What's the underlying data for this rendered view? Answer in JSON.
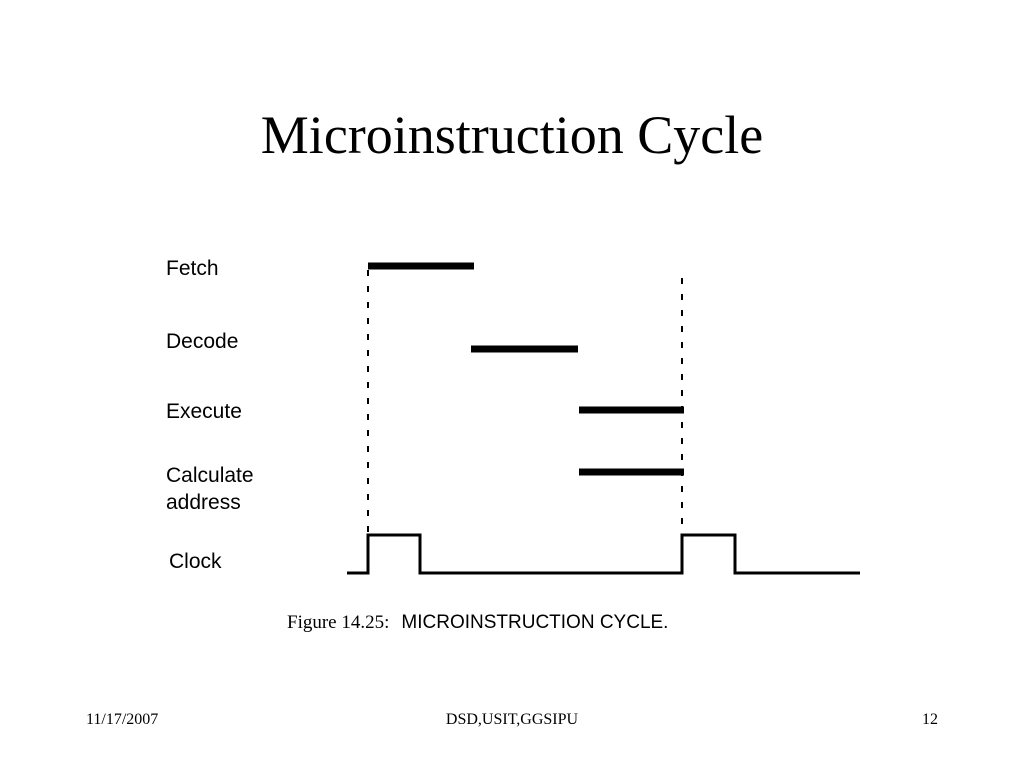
{
  "slide": {
    "title": "Microinstruction Cycle"
  },
  "diagram": {
    "rows": {
      "fetch": "Fetch",
      "decode": "Decode",
      "execute": "Execute",
      "calculate_line1": "Calculate",
      "calculate_line2": "address",
      "clock": "Clock"
    },
    "caption": {
      "prefix": "Figure 14.25:",
      "title": "MICROINSTRUCTION CYCLE."
    }
  },
  "footer": {
    "date": "11/17/2007",
    "center": "DSD,USIT,GGSIPU",
    "page": "12"
  },
  "colors": {
    "ink": "#000000",
    "background": "#ffffff"
  }
}
